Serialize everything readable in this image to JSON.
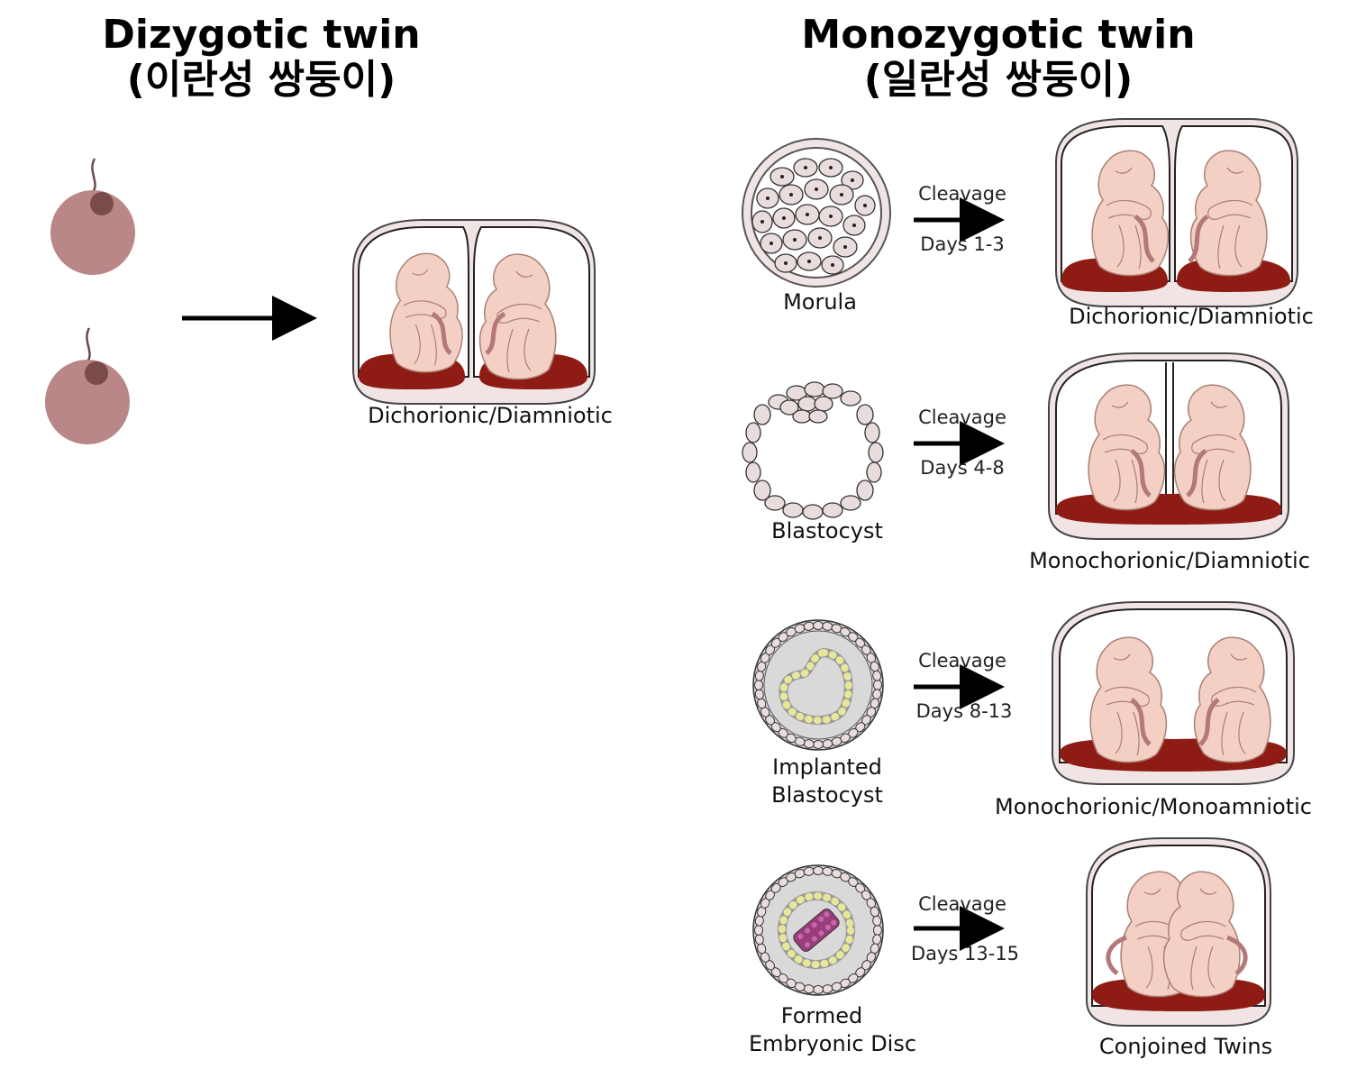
{
  "headings": {
    "dizygotic_en": "Dizygotic twin",
    "dizygotic_ko": "(이란성 쌍둥이)",
    "monozygotic_en": "Monozygotic twin",
    "monozygotic_ko": "(일란성 쌍둥이)"
  },
  "dizygotic": {
    "result_label": "Dichorionic/Diamniotic"
  },
  "monozygotic": {
    "rows": [
      {
        "stage": "Morula",
        "arrow_top": "Cleavage",
        "arrow_bottom": "Days 1-3",
        "result": "Dichorionic/Diamniotic"
      },
      {
        "stage": "Blastocyst",
        "arrow_top": "Cleavage",
        "arrow_bottom": "Days 4-8",
        "result": "Monochorionic/Diamniotic"
      },
      {
        "stage_line1": "Implanted",
        "stage_line2": "Blastocyst",
        "arrow_top": "Cleavage",
        "arrow_bottom": "Days 8-13",
        "result": "Monochorionic/Monoamniotic"
      },
      {
        "stage_line1": "Formed",
        "stage_line2": "Embryonic Disc",
        "arrow_top": "Cleavage",
        "arrow_bottom": "Days 13-15",
        "result": "Conjoined Twins"
      }
    ]
  },
  "colors": {
    "egg": "#b98787",
    "nucleus": "#7a4b4b",
    "fetus": "#f3d0c3",
    "placenta": "#8e1c14",
    "cord": "#b4787a",
    "sac_fill": "#f1e4e4",
    "cell_fill": "#e9dcdc",
    "inner_cell": "#e6e79a",
    "disc_cell": "#9b3d7d",
    "gray_fill": "#d9d9d9"
  }
}
